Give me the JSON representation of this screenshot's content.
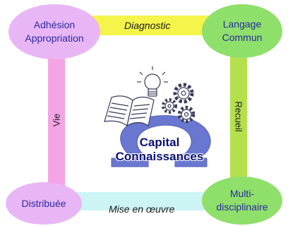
{
  "nodes": {
    "top_left": [
      "Adhésion",
      "Appropriation"
    ],
    "top_right": [
      "Langage",
      "Commun"
    ],
    "bottom_left": [
      "Distribuée"
    ],
    "bottom_right": [
      "Multi-",
      "disciplinaire"
    ]
  },
  "edges": {
    "top": "Diagnostic",
    "bottom": "Mise en œuvre",
    "left": "Vie",
    "right": "Recueil"
  },
  "center": {
    "line1": "Capital",
    "line2": "Connaissances"
  },
  "icons": [
    "open-book-icon",
    "lightbulb-icon",
    "gears-icon",
    "omega-symbol-icon"
  ],
  "colors": {
    "pink": "#e9b6f5",
    "green": "#8ee06a",
    "yellow": "#f4f44a",
    "cyan": "#ccf4f4",
    "omega": "#5060c8",
    "text_blue": "#2a2aa0"
  }
}
